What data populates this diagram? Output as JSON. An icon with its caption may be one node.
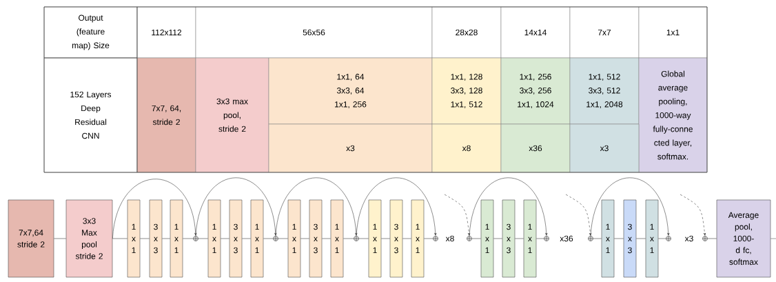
{
  "diagram": {
    "nodes": [
      {
        "text": [
          "7x7,64 stride 2"
        ]
      },
      {
        "text": [
          "3x3 Max pool stride 2"
        ]
      },
      {
        "text": [
          "1 x 1"
        ]
      },
      {
        "text": [
          "3 x 3"
        ]
      },
      {
        "text": [
          "1 x 1"
        ]
      },
      {
        "text": [],
        "shape": "circle"
      },
      {
        "text": [
          "1 x 1"
        ]
      },
      {
        "text": [
          "3 x 3"
        ]
      },
      {
        "text": [
          "1 x 1"
        ]
      },
      {
        "text": [],
        "shape": "circle"
      },
      {
        "text": [
          "1 x 1"
        ]
      },
      {
        "text": [
          "3 x 3"
        ]
      },
      {
        "text": [
          "1 x 1"
        ]
      },
      {
        "text": [],
        "shape": "circle"
      },
      {
        "text": [
          "1 x 1"
        ]
      },
      {
        "text": [
          "3 x 3"
        ]
      },
      {
        "text": [
          "1 x 1"
        ]
      },
      {
        "text": [],
        "shape": "circle"
      },
      {
        "text": [],
        "shape": "circle"
      },
      {
        "text": [
          "1 x 1"
        ]
      },
      {
        "text": [
          "3 x 3"
        ]
      },
      {
        "text": [
          "1 x 1"
        ]
      },
      {
        "text": [],
        "shape": "circle"
      },
      {
        "text": [],
        "shape": "circle"
      },
      {
        "text": [
          "1 x 1"
        ]
      },
      {
        "text": [
          "3 x 3"
        ]
      },
      {
        "text": [
          "1 x 1"
        ]
      },
      {
        "text": [],
        "shape": "circle"
      },
      {
        "text": [],
        "shape": "circle"
      },
      {
        "text": [
          "Average pool, 1000-d fc, softmax"
        ]
      }
    ],
    "edges": [
      {
        "from": 0,
        "to": 1,
        "arrow": "none"
      },
      {
        "from": 1,
        "to": 2,
        "arrow": "none"
      },
      {
        "from": 2,
        "to": 3,
        "arrow": "none"
      },
      {
        "from": 3,
        "to": 4,
        "arrow": "none"
      },
      {
        "from": 4,
        "to": 5,
        "arrow": "none"
      },
      {
        "from": 5,
        "to": 6,
        "arrow": "none"
      },
      {
        "from": 6,
        "to": 7,
        "arrow": "none"
      },
      {
        "from": 7,
        "to": 8,
        "arrow": "none"
      },
      {
        "from": 8,
        "to": 9,
        "arrow": "none"
      },
      {
        "from": 9,
        "to": 10,
        "arrow": "none"
      },
      {
        "from": 10,
        "to": 11,
        "arrow": "none"
      },
      {
        "from": 11,
        "to": 12,
        "arrow": "none"
      },
      {
        "from": 12,
        "to": 13,
        "arrow": "none"
      },
      {
        "from": 13,
        "to": 14,
        "arrow": "none"
      },
      {
        "from": 14,
        "to": 15,
        "arrow": "none"
      },
      {
        "from": 15,
        "to": 16,
        "arrow": "none"
      },
      {
        "from": 16,
        "to": 17,
        "arrow": "none"
      },
      {
        "from": 18,
        "to": 19,
        "arrow": "none"
      },
      {
        "from": 19,
        "to": 20,
        "arrow": "none"
      },
      {
        "from": 20,
        "to": 21,
        "arrow": "none"
      },
      {
        "from": 21,
        "to": 22,
        "arrow": "none"
      },
      {
        "from": 23,
        "to": 24,
        "arrow": "none"
      },
      {
        "from": 24,
        "to": 25,
        "arrow": "none"
      },
      {
        "from": 25,
        "to": 26,
        "arrow": "none"
      },
      {
        "from": 26,
        "to": 27,
        "arrow": "none"
      },
      {
        "from": 28,
        "to": 29,
        "arrow": "none"
      },
      {
        "from": 29,
        "to": null,
        "arrow": "none"
      },
      {
        "from": 1,
        "to": 5,
        "arrow": "to"
      },
      {
        "from": 5,
        "to": 9,
        "arrow": "to"
      },
      {
        "from": 9,
        "to": 13,
        "arrow": "to"
      },
      {
        "from": 13,
        "to": 17,
        "arrow": "to"
      },
      {
        "from": 18,
        "to": 22,
        "arrow": "to"
      },
      {
        "from": 23,
        "to": 27,
        "arrow": "to"
      },
      {
        "from": null,
        "to": 18,
        "arrow": "to",
        "style": "dashed"
      },
      {
        "from": null,
        "to": 23,
        "arrow": "to",
        "style": "dashed"
      },
      {
        "from": null,
        "to": 28,
        "arrow": "to",
        "style": "dashed"
      }
    ],
    "labels": [
      "Output (feature map) Size",
      "112x112",
      "56x56",
      "28x28",
      "14x14",
      "7x7",
      "1x1",
      "152 Layers Deep Residual CNN",
      "7x7, 64, stride 2",
      "3x3 max pool, stride 2",
      "1x1, 64 3x3, 64 1x1, 256",
      "1x1, 128 3x3, 128 1x1, 512",
      "1x1, 256 3x3, 256 1x1, 1024",
      "1x1, 512 3x3, 512 1x1, 2048",
      "Global average pooling, 1000-way fully-conne cted layer, softmax.",
      "x3",
      "x8",
      "x36",
      "x3",
      "x8",
      "x36",
      "x3"
    ]
  }
}
